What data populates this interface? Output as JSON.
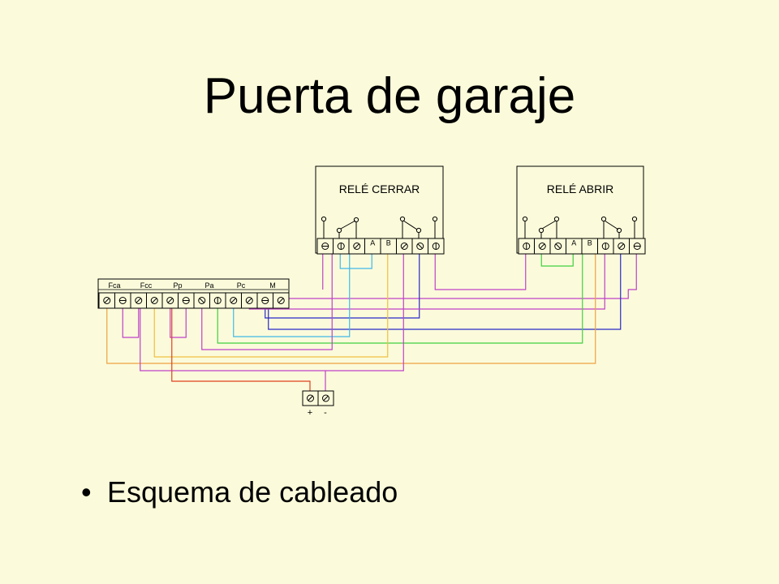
{
  "slide": {
    "title": "Puerta de garaje",
    "bullet": "Esquema de cableado"
  },
  "relays": [
    {
      "name": "RELÉ CERRAR",
      "terminal_labels": [
        "",
        "",
        "",
        "A",
        "B",
        "",
        "",
        ""
      ]
    },
    {
      "name": "RELÉ ABRIR",
      "terminal_labels": [
        "",
        "",
        "",
        "A",
        "B",
        "",
        "",
        ""
      ]
    }
  ],
  "terminal_strip": {
    "groups": [
      "Fca",
      "Fcc",
      "Pp",
      "Pa",
      "Pc",
      "M"
    ]
  },
  "power_supply": {
    "labels": [
      "+",
      "-"
    ]
  },
  "wire_colors": {
    "purple": "#c040c8",
    "blue": "#2828c8",
    "light_blue": "#40b8e8",
    "orange": "#f0a040",
    "yellow": "#f0c040",
    "green": "#40d040",
    "red": "#e04020",
    "gray": "#707070"
  }
}
